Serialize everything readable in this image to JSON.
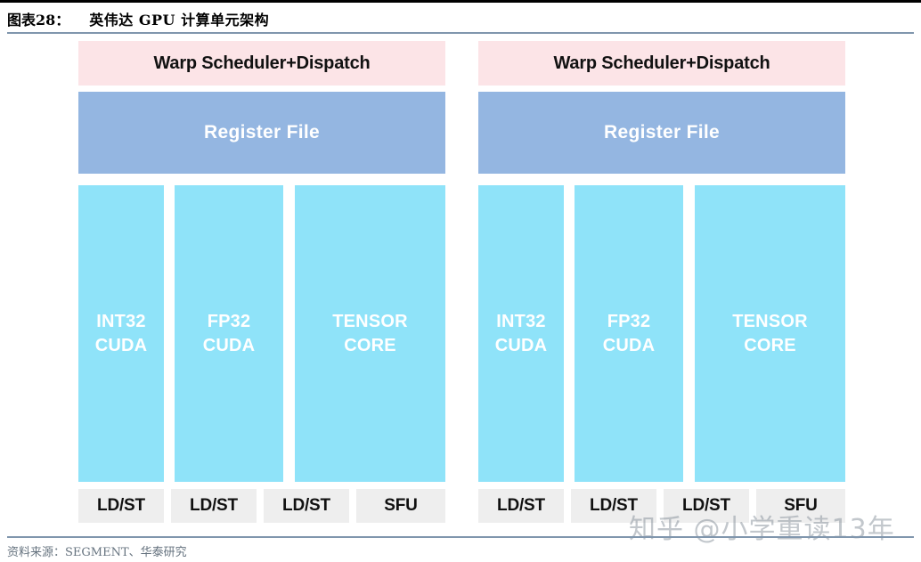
{
  "figure": {
    "label": "图表28：",
    "title": "英伟达 GPU 计算单元架构",
    "rule_color": "#8096ad",
    "top_border_color": "#000000"
  },
  "colors": {
    "warp_bg": "#fce4e7",
    "register_bg": "#94b6e1",
    "core_bg": "#8fe3f9",
    "unit_bg": "#eeeeee",
    "core_text": "#ffffff",
    "dark_text": "#111111",
    "footer_text": "#66737f"
  },
  "diagram": {
    "panels": [
      {
        "id": "sm-partition-left",
        "warp_scheduler": "Warp Scheduler+Dispatch",
        "register_file": "Register File",
        "cores": [
          {
            "id": "int32-cuda",
            "label": "INT32\nCUDA"
          },
          {
            "id": "fp32-cuda",
            "label": "FP32\nCUDA"
          },
          {
            "id": "tensor-core",
            "label": "TENSOR\nCORE"
          }
        ],
        "units": [
          {
            "id": "ldst-1",
            "label": "LD/ST"
          },
          {
            "id": "ldst-2",
            "label": "LD/ST"
          },
          {
            "id": "ldst-3",
            "label": "LD/ST"
          },
          {
            "id": "sfu",
            "label": "SFU"
          }
        ]
      },
      {
        "id": "sm-partition-right",
        "warp_scheduler": "Warp Scheduler+Dispatch",
        "register_file": "Register File",
        "cores": [
          {
            "id": "int32-cuda",
            "label": "INT32\nCUDA"
          },
          {
            "id": "fp32-cuda",
            "label": "FP32\nCUDA"
          },
          {
            "id": "tensor-core",
            "label": "TENSOR\nCORE"
          }
        ],
        "units": [
          {
            "id": "ldst-1",
            "label": "LD/ST"
          },
          {
            "id": "ldst-2",
            "label": "LD/ST"
          },
          {
            "id": "ldst-3",
            "label": "LD/ST"
          },
          {
            "id": "sfu",
            "label": "SFU"
          }
        ]
      }
    ]
  },
  "footer": {
    "source": "资料来源：SEGMENT、华泰研究"
  },
  "watermark": {
    "text": "知乎 @小学重读13年"
  }
}
